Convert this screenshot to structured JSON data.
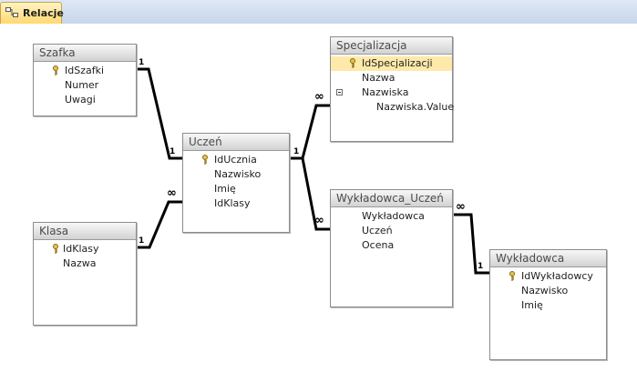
{
  "tab": {
    "label": "Relacje"
  },
  "tables": {
    "szafka": {
      "title": "Szafka",
      "fields": [
        "IdSzafki",
        "Numer",
        "Uwagi"
      ]
    },
    "klasa": {
      "title": "Klasa",
      "fields": [
        "IdKlasy",
        "Nazwa"
      ]
    },
    "uczen": {
      "title": "Uczeń",
      "fields": [
        "IdUcznia",
        "Nazwisko",
        "Imię",
        "IdKlasy"
      ]
    },
    "specjalizacja": {
      "title": "Specjalizacja",
      "fields": [
        "IdSpecjalizacji",
        "Nazwa",
        "Nazwiska",
        "Nazwiska.Value"
      ]
    },
    "wykladowca_uczen": {
      "title": "Wykładowca_Uczeń",
      "fields": [
        "Wykładowca",
        "Uczeń",
        "Ocena"
      ]
    },
    "wykladowca": {
      "title": "Wykładowca",
      "fields": [
        "IdWykładowcy",
        "Nazwisko",
        "Imię"
      ]
    }
  },
  "cardinality": {
    "one": "1",
    "many": "∞"
  },
  "icons": {
    "tab": "relationships-icon",
    "key": "primary-key-icon",
    "expand": "collapse-minus-icon"
  }
}
